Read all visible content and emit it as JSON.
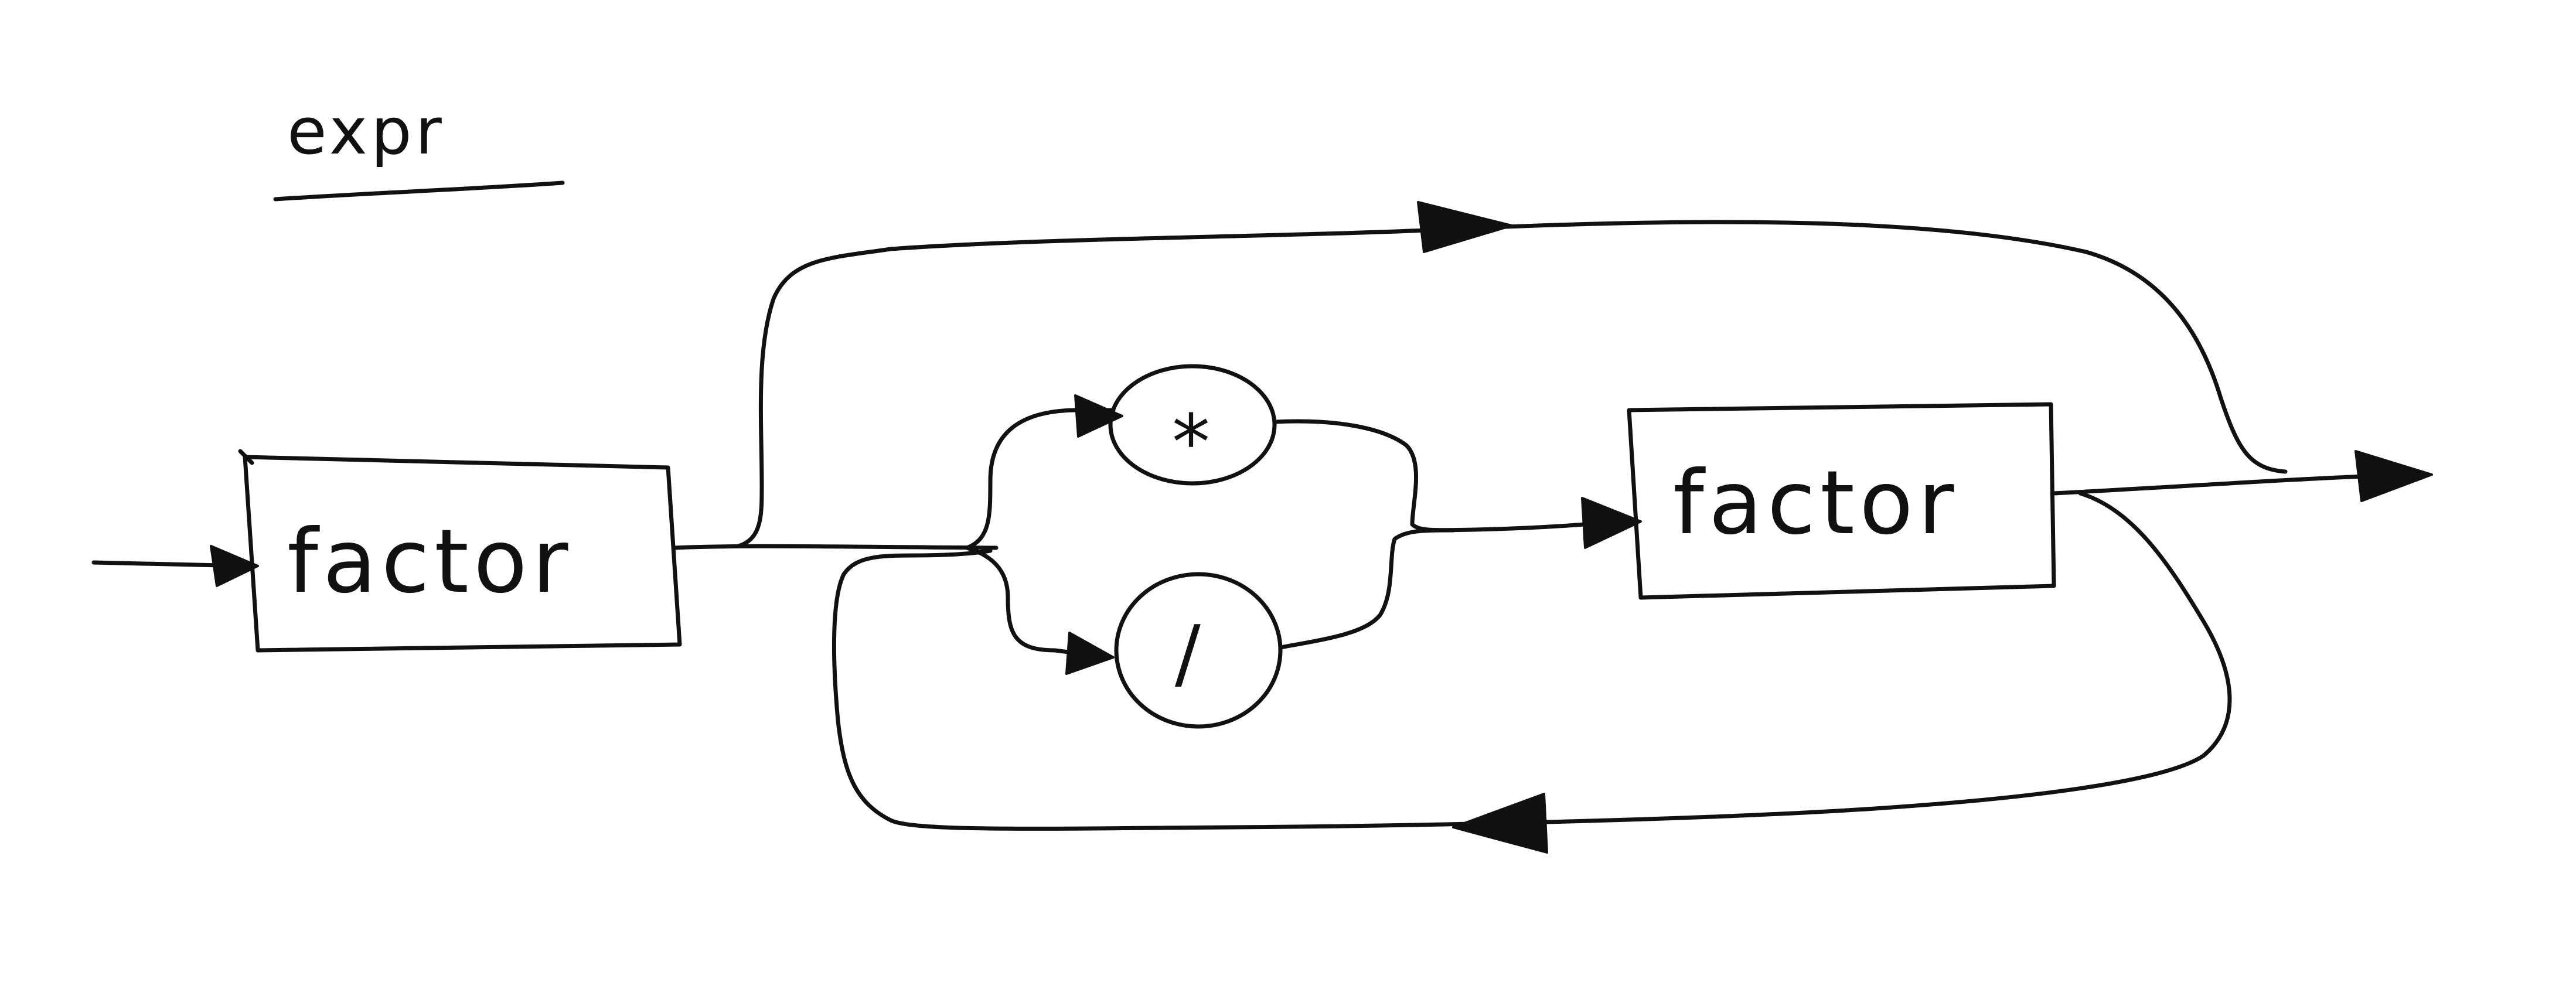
{
  "title": "expr",
  "nodes": {
    "factor_left": {
      "label": "factor",
      "shape": "rectangle"
    },
    "multiply": {
      "label": "*",
      "shape": "circle"
    },
    "divide": {
      "label": "/",
      "shape": "circle"
    },
    "factor_right": {
      "label": "factor",
      "shape": "rectangle"
    }
  },
  "edges": [
    {
      "from": "entry",
      "to": "factor_left"
    },
    {
      "from": "factor_left",
      "to": "multiply"
    },
    {
      "from": "factor_left",
      "to": "divide"
    },
    {
      "from": "multiply",
      "to": "factor_right"
    },
    {
      "from": "divide",
      "to": "factor_right"
    },
    {
      "from": "factor_left",
      "to": "exit",
      "route": "bypass-top"
    },
    {
      "from": "factor_right",
      "to": "exit"
    },
    {
      "from": "factor_right",
      "to": "multiply",
      "route": "loop-bottom"
    }
  ],
  "style": {
    "ink": "#111111",
    "background": "#ffffff"
  }
}
